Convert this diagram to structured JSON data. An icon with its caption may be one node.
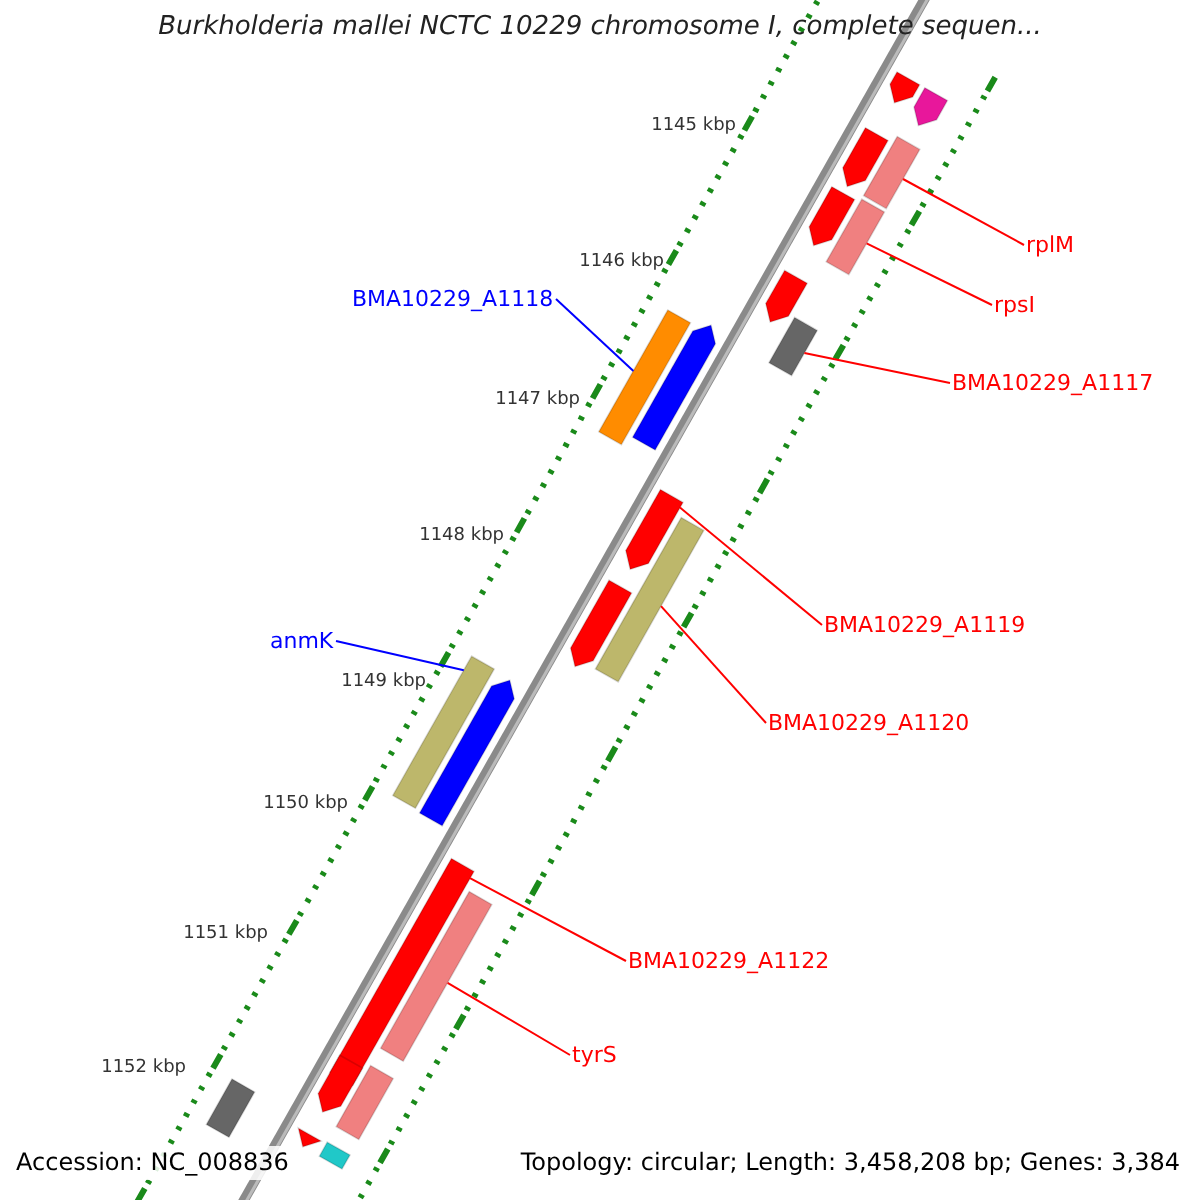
{
  "diagram": {
    "title": "Burkholderia mallei NCTC 10229 chromosome I, complete sequen...",
    "nodes": [
      {
        "text": [
          "rplM"
        ]
      },
      {
        "text": [
          "rpsI"
        ]
      },
      {
        "text": [
          "BMA10229_A1117"
        ]
      },
      {
        "text": [
          "BMA10229_A1118"
        ]
      },
      {
        "text": [
          "BMA10229_A1119"
        ]
      },
      {
        "text": [
          "BMA10229_A1120"
        ]
      },
      {
        "text": [
          "anmK"
        ]
      },
      {
        "text": [
          "BMA10229_A1122"
        ]
      },
      {
        "text": [
          "tyrS"
        ]
      },
      {
        "text": [],
        "shape": "bar"
      },
      {
        "text": [],
        "shape": "bar"
      },
      {
        "text": [],
        "shape": "bar"
      },
      {
        "text": [],
        "shape": "bar"
      },
      {
        "text": [],
        "shape": "bar"
      },
      {
        "text": [],
        "shape": "bar"
      },
      {
        "text": [],
        "shape": "bar"
      },
      {
        "text": [],
        "shape": "bar"
      },
      {
        "text": [],
        "shape": "bar"
      },
      {
        "text": [],
        "shape": "bar"
      },
      {
        "text": [],
        "shape": "bar"
      },
      {
        "text": [],
        "shape": "bar"
      },
      {
        "text": [],
        "shape": "bar"
      },
      {
        "text": [],
        "shape": "bar"
      },
      {
        "text": [],
        "shape": "bar"
      },
      {
        "text": [],
        "shape": "bar"
      },
      {
        "text": [],
        "shape": "bar"
      },
      {
        "text": [],
        "shape": "bar"
      },
      {
        "text": [],
        "shape": "bar"
      },
      {
        "text": [],
        "shape": "bar"
      },
      {
        "text": [],
        "shape": "bar"
      },
      {
        "text": [],
        "shape": "bar"
      }
    ],
    "edges": [
      {
        "from": 0,
        "to": 12,
        "arrow": "none"
      },
      {
        "from": 1,
        "to": 14,
        "arrow": "none"
      },
      {
        "from": 2,
        "to": 16,
        "arrow": "none"
      },
      {
        "from": 3,
        "to": 17,
        "arrow": "none",
        "color": "#0000ff"
      },
      {
        "from": 4,
        "to": 19,
        "arrow": "none"
      },
      {
        "from": 5,
        "to": 20,
        "arrow": "none"
      },
      {
        "from": 6,
        "to": 22,
        "arrow": "none",
        "color": "#0000ff"
      },
      {
        "from": 7,
        "to": 24,
        "arrow": "none"
      },
      {
        "from": 8,
        "to": 25,
        "arrow": "none"
      }
    ],
    "labels": [
      "1145 kbp",
      "1146 kbp",
      "1147 kbp",
      "1148 kbp",
      "1149 kbp",
      "1150 kbp",
      "1151 kbp",
      "1152 kbp",
      "Accession: NC_008836",
      "Topology: circular; Length: 3,458,208 bp; Genes: 3,384"
    ]
  }
}
